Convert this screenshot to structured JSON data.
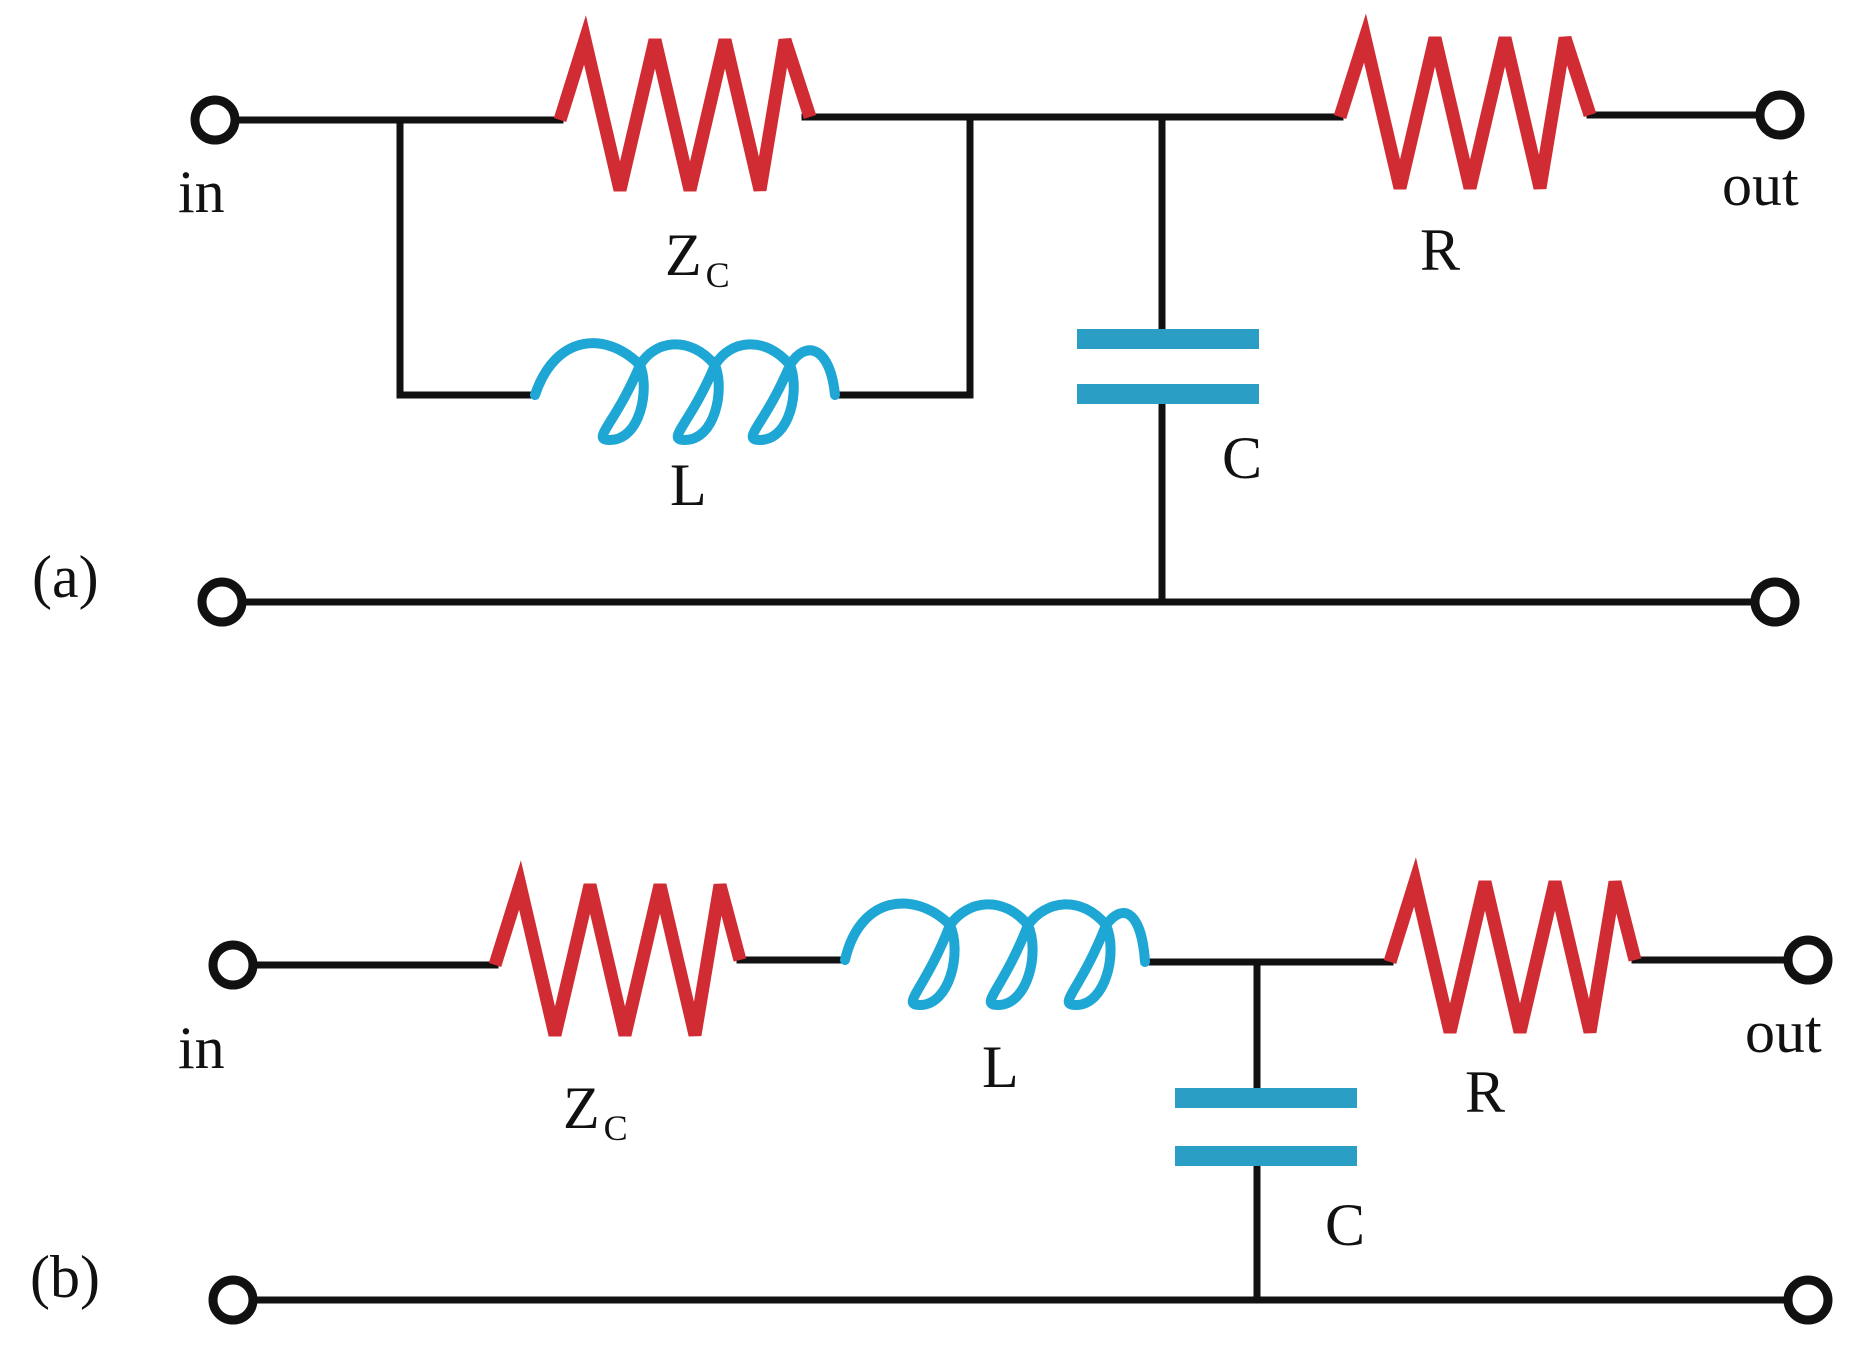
{
  "colors": {
    "wire": "#111111",
    "resistor": "#d12c34",
    "inductor": "#1ea7d4",
    "capacitor": "#2a9ec4"
  },
  "panel_a": {
    "panel_label": "(a)",
    "input_label": "in",
    "output_label": "out",
    "zc_label": "Z",
    "zc_subscript": "C",
    "inductor_label": "L",
    "capacitor_label": "C",
    "resistor_label": "R"
  },
  "panel_b": {
    "panel_label": "(b)",
    "input_label": "in",
    "output_label": "out",
    "zc_label": "Z",
    "zc_subscript": "C",
    "inductor_label": "L",
    "capacitor_label": "C",
    "resistor_label": "R"
  }
}
